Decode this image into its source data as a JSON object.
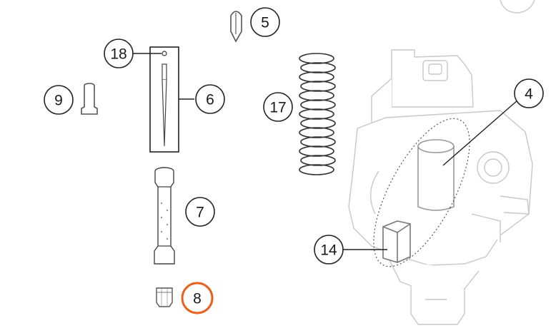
{
  "callouts": {
    "c5": {
      "label": "5"
    },
    "c18": {
      "label": "18"
    },
    "c9": {
      "label": "9"
    },
    "c6": {
      "label": "6"
    },
    "c17": {
      "label": "17"
    },
    "c4": {
      "label": "4"
    },
    "c7": {
      "label": "7"
    },
    "c14": {
      "label": "14"
    },
    "c8": {
      "label": "8"
    }
  },
  "colors": {
    "highlight": "#e8601c",
    "ink": "#222222",
    "faded": "#c8c8c8"
  },
  "highlighted_part": "8",
  "icons": [
    "needle-jet-icon",
    "float-needle-icon",
    "jet-needle-icon",
    "main-jet-icon",
    "spring-icon",
    "carburetor-body-icon",
    "float-icon"
  ]
}
